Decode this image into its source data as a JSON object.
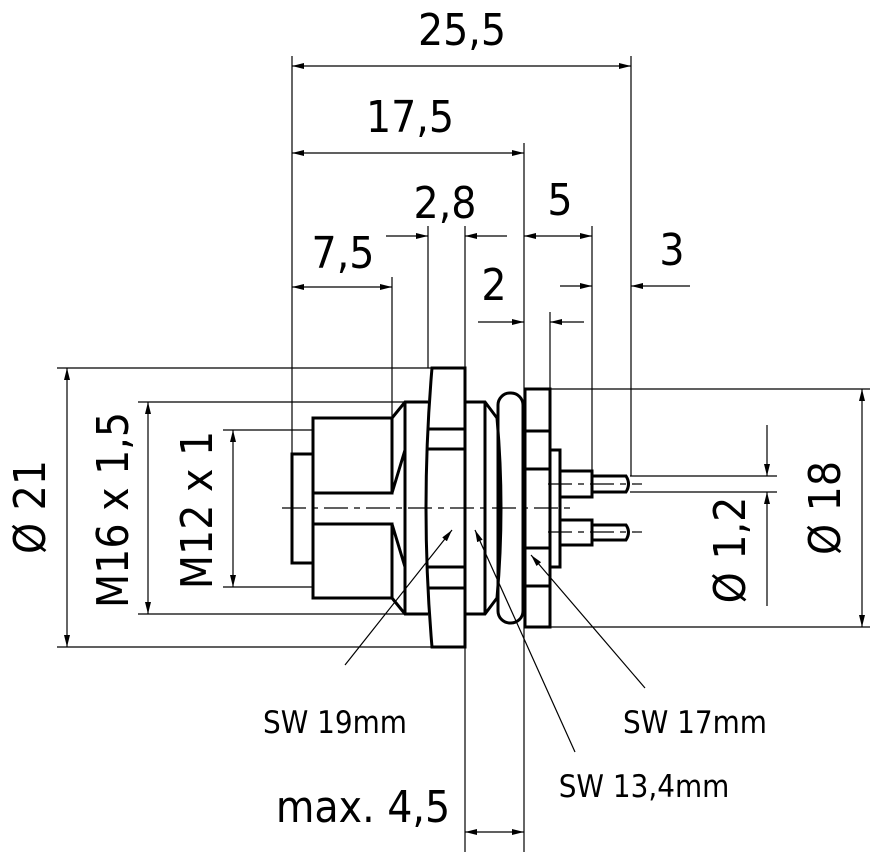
{
  "dimensions": {
    "overall_length": "25,5",
    "length_to_flange": "17,5",
    "plug_length": "7,5",
    "nut_width": "2,8",
    "pin_base": "5",
    "pin_tip": "3",
    "flange_thickness": "2",
    "max_panel": "max. 4,5",
    "outer_diameter": "Ø 21",
    "thread_m16": "M16 x 1,5",
    "thread_m12": "M12 x 1",
    "flange_diameter": "Ø 18",
    "pin_diameter": "Ø 1,2"
  },
  "callouts": {
    "sw19": "SW 19mm",
    "sw17": "SW 17mm",
    "sw134": "SW 13,4mm"
  }
}
